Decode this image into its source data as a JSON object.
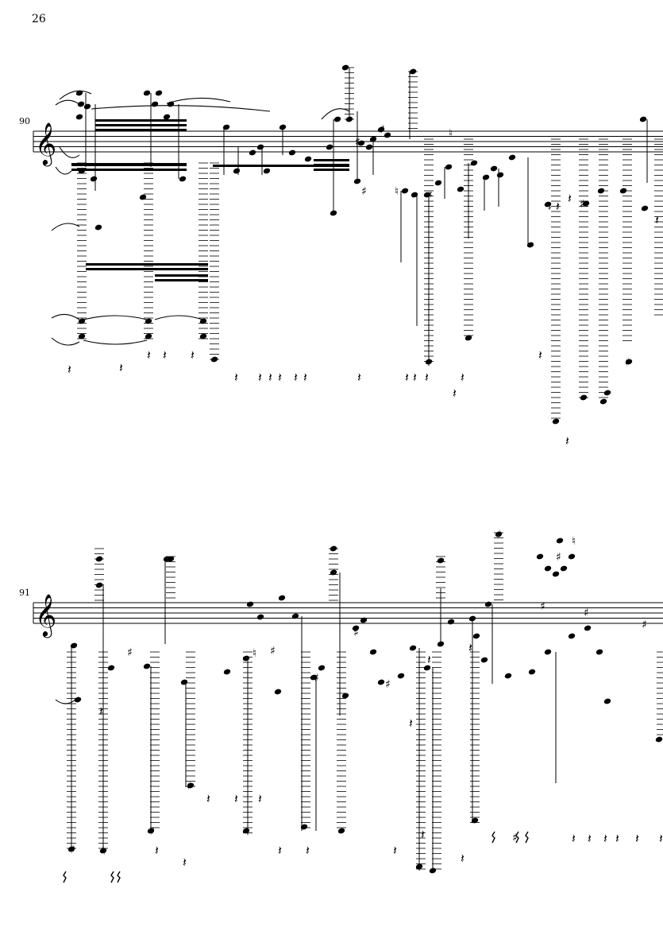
{
  "page": {
    "page_number": "26"
  },
  "systems": [
    {
      "measure_number": "90",
      "clef": "treble"
    },
    {
      "measure_number": "91",
      "clef": "treble"
    }
  ]
}
